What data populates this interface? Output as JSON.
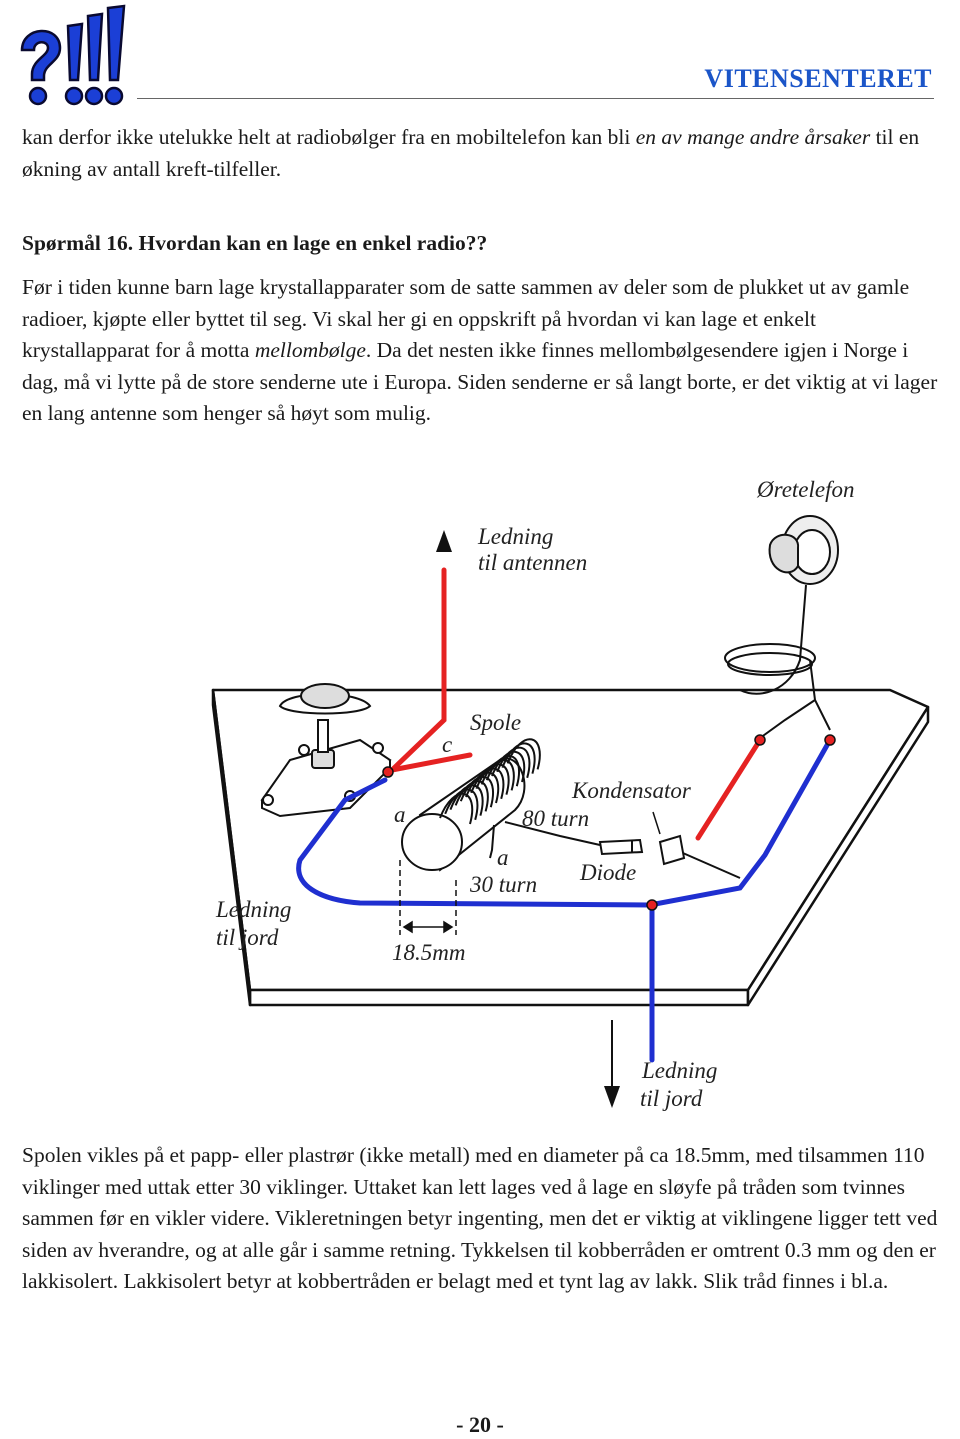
{
  "header": {
    "brand": "VITENSENTERET"
  },
  "intro": {
    "p1_a": "kan derfor ikke utelukke helt at radiobølger fra en mobiltelefon kan bli ",
    "p1_em": "en av mange andre årsaker",
    "p1_b": " til en økning av antall kreft-tilfeller."
  },
  "question": {
    "title": "Spørmål 16.  Hvordan kan en lage en enkel radio??"
  },
  "body": {
    "p2_a": "Før i tiden kunne barn lage krystallapparater som de satte sammen av deler som de plukket ut av gamle radioer, kjøpte eller byttet til seg. Vi skal her gi en oppskrift på hvordan vi kan lage et enkelt krystallapparat for å motta ",
    "p2_em": "mellombølge",
    "p2_b": ". Da det nesten ikke finnes mellombølgesendere igjen i Norge i dag, må vi lytte på de store senderne ute i Europa. Siden senderne er så langt borte, er det viktig at vi lager en lang antenne som henger så høyt som mulig."
  },
  "diagram": {
    "earphone": "Øretelefon",
    "antenna_line1": "Ledning",
    "antenna_line2": "til antennen",
    "coil": "Spole",
    "tap_c": "c",
    "tap_a1": "a",
    "tap_a2": "a",
    "turns_80": "80 turn",
    "turns_30": "30 turn",
    "capacitor": "Kondensator",
    "diode": "Diode",
    "ground1_line1": "Ledning",
    "ground1_line2": "til jord",
    "diameter": "18.5mm",
    "ground2_line1": "Ledning",
    "ground2_line2": "til jord",
    "colors": {
      "red_wire": "#e52222",
      "blue_wire": "#1f2fd0"
    }
  },
  "footer_text": {
    "p3": "Spolen vikles på et papp- eller plastrør (ikke metall) med en diameter på ca 18.5mm, med tilsammen 110 viklinger med uttak etter 30 viklinger. Uttaket kan lett lages ved å lage en sløyfe på tråden som tvinnes sammen før en vikler videre. Vikleretningen betyr ingenting, men det er viktig at viklingene ligger tett ved siden av hverandre, og at alle går i samme retning. Tykkelsen til kobberråden er omtrent 0.3 mm og den er lakkisolert. Lakkisolert betyr at kobbertråden er belagt med et tynt lag av lakk. Slik tråd finnes i bl.a."
  },
  "page": {
    "number": "- 20 -"
  }
}
